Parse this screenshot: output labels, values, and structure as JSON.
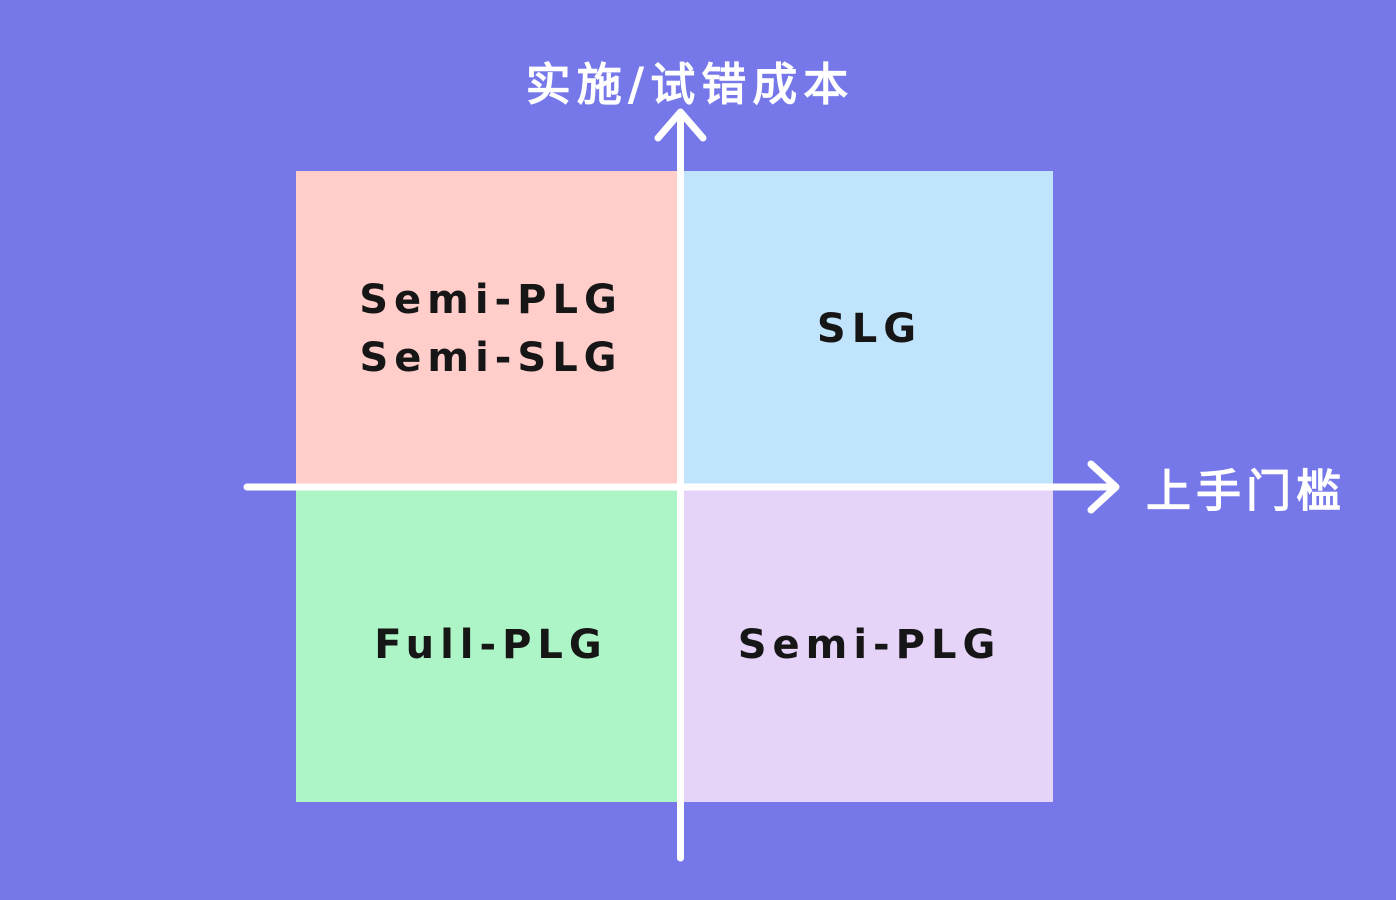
{
  "colors": {
    "background": "#7678EA",
    "axis_stroke": "#FFFFFF",
    "axis_title_text": "#FFFFFF",
    "quadrant_label_text": "#161616",
    "quadrant_top_left": "#FFCDCA",
    "quadrant_top_right": "#BFE4FB",
    "quadrant_bottom_left": "#ADF5C6",
    "quadrant_bottom_right": "#E6D3F8"
  },
  "chart": {
    "type": "quadrant-diagram",
    "y_axis_label": "实施/试错成本",
    "x_axis_label": "上手门槛",
    "quadrants": [
      {
        "position": "top-left",
        "meaning": "high implementation cost / low onboarding threshold",
        "lines": [
          "Semi-PLG",
          "Semi-SLG"
        ],
        "color": "#FFCDCA"
      },
      {
        "position": "top-right",
        "meaning": "high implementation cost / high onboarding threshold",
        "lines": [
          "SLG"
        ],
        "color": "#BFE4FB"
      },
      {
        "position": "bottom-left",
        "meaning": "low implementation cost / low onboarding threshold",
        "lines": [
          "Full-PLG"
        ],
        "color": "#ADF5C6"
      },
      {
        "position": "bottom-right",
        "meaning": "low implementation cost / high onboarding threshold",
        "lines": [
          "Semi-PLG"
        ],
        "color": "#E6D3F8"
      }
    ]
  }
}
